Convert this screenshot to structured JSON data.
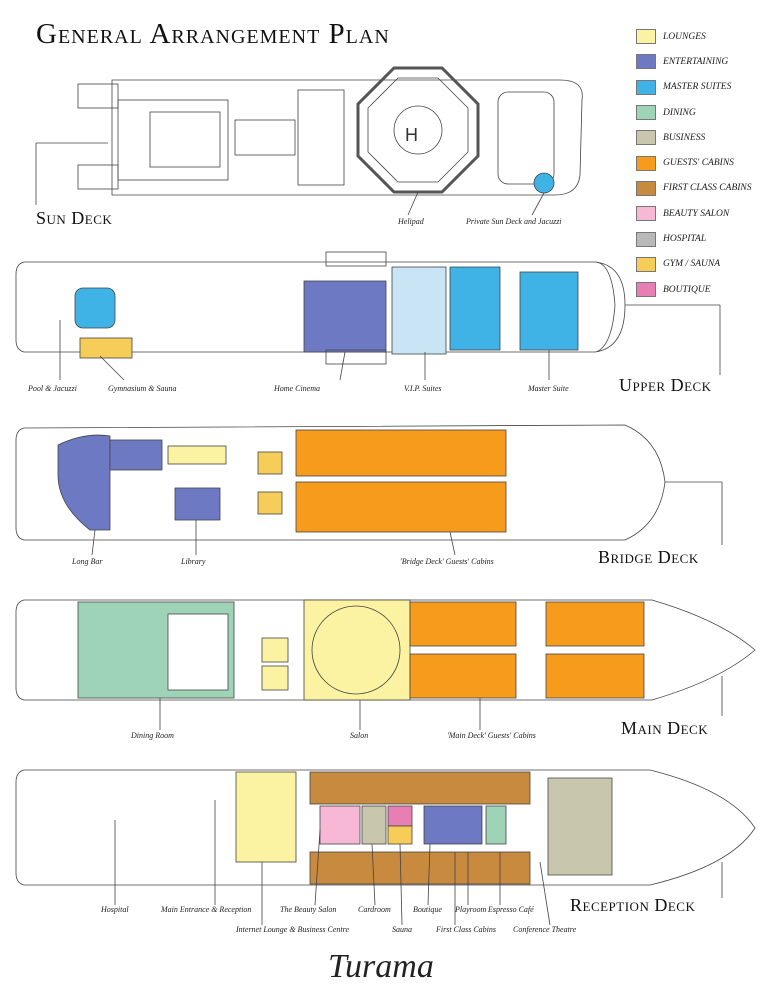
{
  "title": "General Arrangement Plan",
  "legend": [
    {
      "label": "LOUNGES",
      "color": "#fbf2a2"
    },
    {
      "label": "ENTERTAINING",
      "color": "#6e79c4"
    },
    {
      "label": "MASTER SUITES",
      "color": "#3fb2e6"
    },
    {
      "label": "DINING",
      "color": "#9fd3b8"
    },
    {
      "label": "BUSINESS",
      "color": "#c9c6ae"
    },
    {
      "label": "GUESTS' CABINS",
      "color": "#f79b1c"
    },
    {
      "label": "FIRST CLASS CABINS",
      "color": "#c88a3e"
    },
    {
      "label": "BEAUTY SALON",
      "color": "#f6b8d4"
    },
    {
      "label": "HOSPITAL",
      "color": "#b9b9b9"
    },
    {
      "label": "GYM / SAUNA",
      "color": "#f7cd5a"
    },
    {
      "label": "BOUTIQUE",
      "color": "#e77fb5"
    }
  ],
  "decks": {
    "sun": {
      "name": "Sun Deck",
      "labels": [
        "Helipad",
        "Private Sun Deck and Jacuzzi"
      ]
    },
    "upper": {
      "name": "Upper Deck",
      "labels": [
        "Pool & Jacuzzi",
        "Gymnasium & Sauna",
        "Home Cinema",
        "V.I.P. Suites",
        "Master Suite"
      ]
    },
    "bridge": {
      "name": "Bridge  Deck",
      "labels": [
        "Long Bar",
        "Library",
        "'Bridge Deck' Guests' Cabins"
      ]
    },
    "main": {
      "name": "Main Deck",
      "labels": [
        "Dining Room",
        "Salon",
        "'Main Deck' Guests' Cabins"
      ]
    },
    "reception": {
      "name": "Reception Deck",
      "labels": [
        "Hospital",
        "Main Entrance & Reception",
        "The Beauty Salon",
        "Cardroom",
        "Boutique",
        "Playroom",
        "Espresso Café",
        "Internet Lounge & Business Centre",
        "Sauna",
        "First Class Cabins",
        "Conference Theatre"
      ]
    }
  },
  "logo": "Turama"
}
